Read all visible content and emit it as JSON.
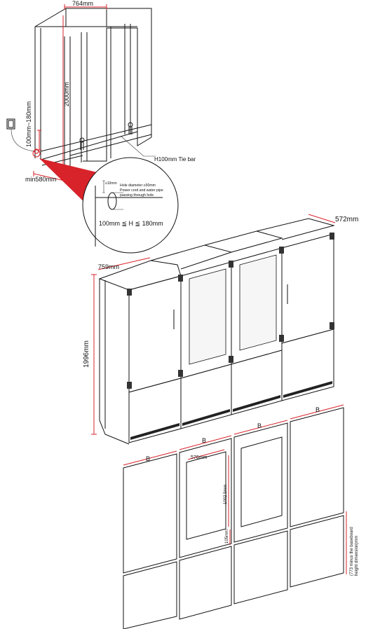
{
  "colors": {
    "dimension": "#d8232a",
    "line": "#111111",
    "background": "#ffffff"
  },
  "cabinet": {
    "width": "764mm",
    "height": "2000mm",
    "socket_range": "100mm~180mm",
    "min_depth": "min580mm",
    "tie_bar": "H100mm Tie bar"
  },
  "detail": {
    "hole_note_size": "≤10mm",
    "hole_note_line1": "Hole diameter ≥50mm",
    "hole_note_line2": "Power cord and water pipe",
    "hole_note_line3": "passing through hole",
    "h_range": "100mm ≦ H ≦ 180mm"
  },
  "fridges": {
    "width": "759mm",
    "depth": "572mm",
    "height": "1996mm"
  },
  "panels": {
    "b_label": "B",
    "frame_width": "576mm",
    "frame_height": "1002.5mm",
    "gap": "105mm",
    "note_line1": "(773 minus the baseboard",
    "note_line2": "height dimension)mm"
  }
}
